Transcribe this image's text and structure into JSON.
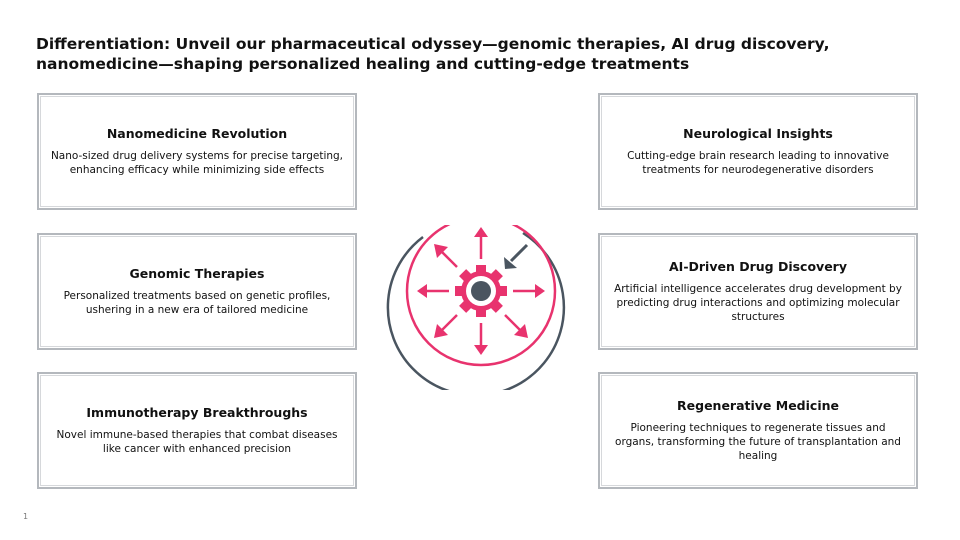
{
  "title": "Differentiation: Unveil our pharmaceutical odyssey—genomic therapies, AI drug discovery, nanomedicine—shaping personalized healing and cutting-edge treatments",
  "cards": [
    {
      "title": "Nanomedicine Revolution",
      "description": "Nano-sized drug delivery systems for precise targeting, enhancing efficacy while minimizing side effects"
    },
    {
      "title": "Genomic Therapies",
      "description": "Personalized treatments based on genetic profiles, ushering in a new era of tailored medicine"
    },
    {
      "title": "Immunotherapy Breakthroughs",
      "description": "Novel immune-based therapies that combat diseases like cancer with enhanced precision"
    },
    {
      "title": "Neurological Insights",
      "description": "Cutting-edge brain research leading to innovative treatments for neurodegenerative disorders"
    },
    {
      "title": "AI-Driven Drug Discovery",
      "description": "Artificial intelligence accelerates drug development by predicting drug interactions and optimizing molecular structures"
    },
    {
      "title": "Regenerative Medicine",
      "description": "Pioneering techniques to regenerate tissues and organs, transforming the future of transplantation and healing"
    }
  ],
  "page_number": "1",
  "center_icon": {
    "name": "gear-with-radiating-arrows-icon",
    "accent_color": "#e8336e",
    "dark_color": "#4a5560"
  }
}
